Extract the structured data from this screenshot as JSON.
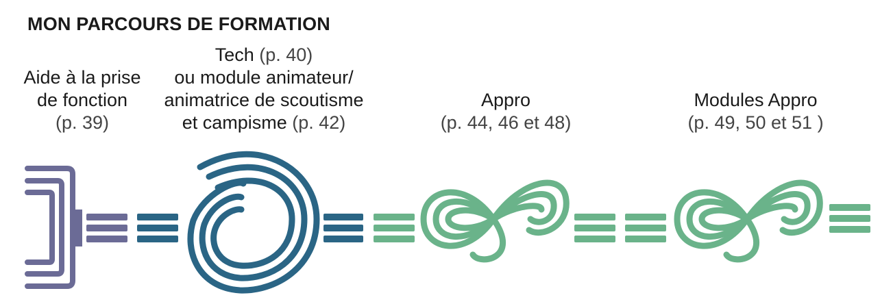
{
  "title": "MON PARCOURS DE FORMATION",
  "steps": [
    {
      "lines": [
        "Aide à la prise",
        "de fonction"
      ],
      "pages": "(p. 39)"
    },
    {
      "lines": [
        "Tech",
        "ou module animateur/",
        "animatrice de scoutisme",
        "et campisme"
      ],
      "tech_pages": "(p. 40)",
      "pages": "(p. 42)"
    },
    {
      "lines": [
        "Appro"
      ],
      "pages": "(p. 44, 46 et 48)"
    },
    {
      "lines": [
        "Modules Appro"
      ],
      "pages": "(p. 49, 50 et 51 )"
    }
  ],
  "colors": {
    "purple": "#6b6b96",
    "navy": "#2a6585",
    "green": "#6ab38a"
  },
  "icons": [
    "bracket-icon",
    "spiral-icon",
    "infinity-knot-icon",
    "infinity-knot-icon"
  ]
}
